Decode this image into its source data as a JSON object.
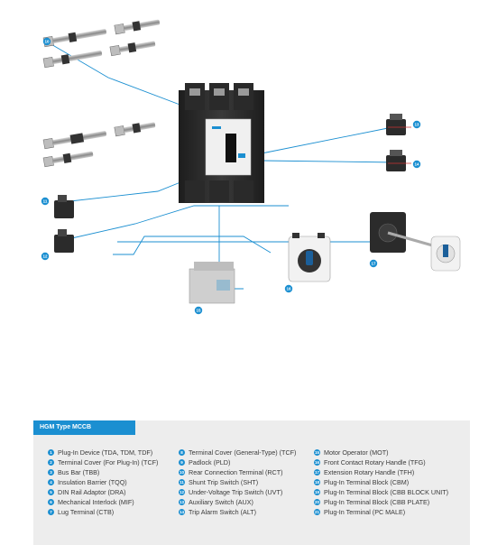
{
  "legend": {
    "title": "HGM Type MCCB",
    "columns": [
      [
        {
          "n": "1",
          "label": "Plug-In Device (TDA, TDM, TDF)"
        },
        {
          "n": "2",
          "label": "Terminal Cover (For Plug-In) (TCF)"
        },
        {
          "n": "3",
          "label": "Bus Bar (TBB)"
        },
        {
          "n": "4",
          "label": "Insulation Barrier (TQQ)"
        },
        {
          "n": "5",
          "label": "DIN Rail Adaptor (DRA)"
        },
        {
          "n": "6",
          "label": "Mechanical Interlock (MIF)"
        },
        {
          "n": "7",
          "label": "Lug Terminal (CTB)"
        }
      ],
      [
        {
          "n": "8",
          "label": "Terminal Cover (General-Type) (TCF)"
        },
        {
          "n": "9",
          "label": "Padlock (PLD)"
        },
        {
          "n": "10",
          "label": "Rear Connection Terminal (RCT)"
        },
        {
          "n": "11",
          "label": "Shunt Trip Switch (SHT)"
        },
        {
          "n": "12",
          "label": "Under-Voltage Trip Switch (UVT)"
        },
        {
          "n": "13",
          "label": "Auxiliary Switch (AUX)"
        },
        {
          "n": "14",
          "label": "Trip Alarm Switch (ALT)"
        }
      ],
      [
        {
          "n": "15",
          "label": "Motor Operator (MOT)"
        },
        {
          "n": "16",
          "label": "Front Contact Rotary Handle (TFG)"
        },
        {
          "n": "17",
          "label": "Extension Rotary Handle (TFH)"
        },
        {
          "n": "18",
          "label": "Plug-In Terminal Block (CBM)"
        },
        {
          "n": "19",
          "label": "Plug-In Terminal Block (CBB BLOCK UNIT)"
        },
        {
          "n": "20",
          "label": "Plug-In Terminal Block (CBB PLATE)"
        },
        {
          "n": "21",
          "label": "Plug-In Terminal (PC MALE)"
        }
      ]
    ]
  },
  "callouts": {
    "c10": "10",
    "c11": "11",
    "c12": "12",
    "c13": "13",
    "c14": "14",
    "c15": "15",
    "c16": "16",
    "c17": "17"
  },
  "colors": {
    "accent": "#1b8fd1",
    "legend_bg": "#ededed",
    "breaker_body": "#2b2b2b"
  }
}
